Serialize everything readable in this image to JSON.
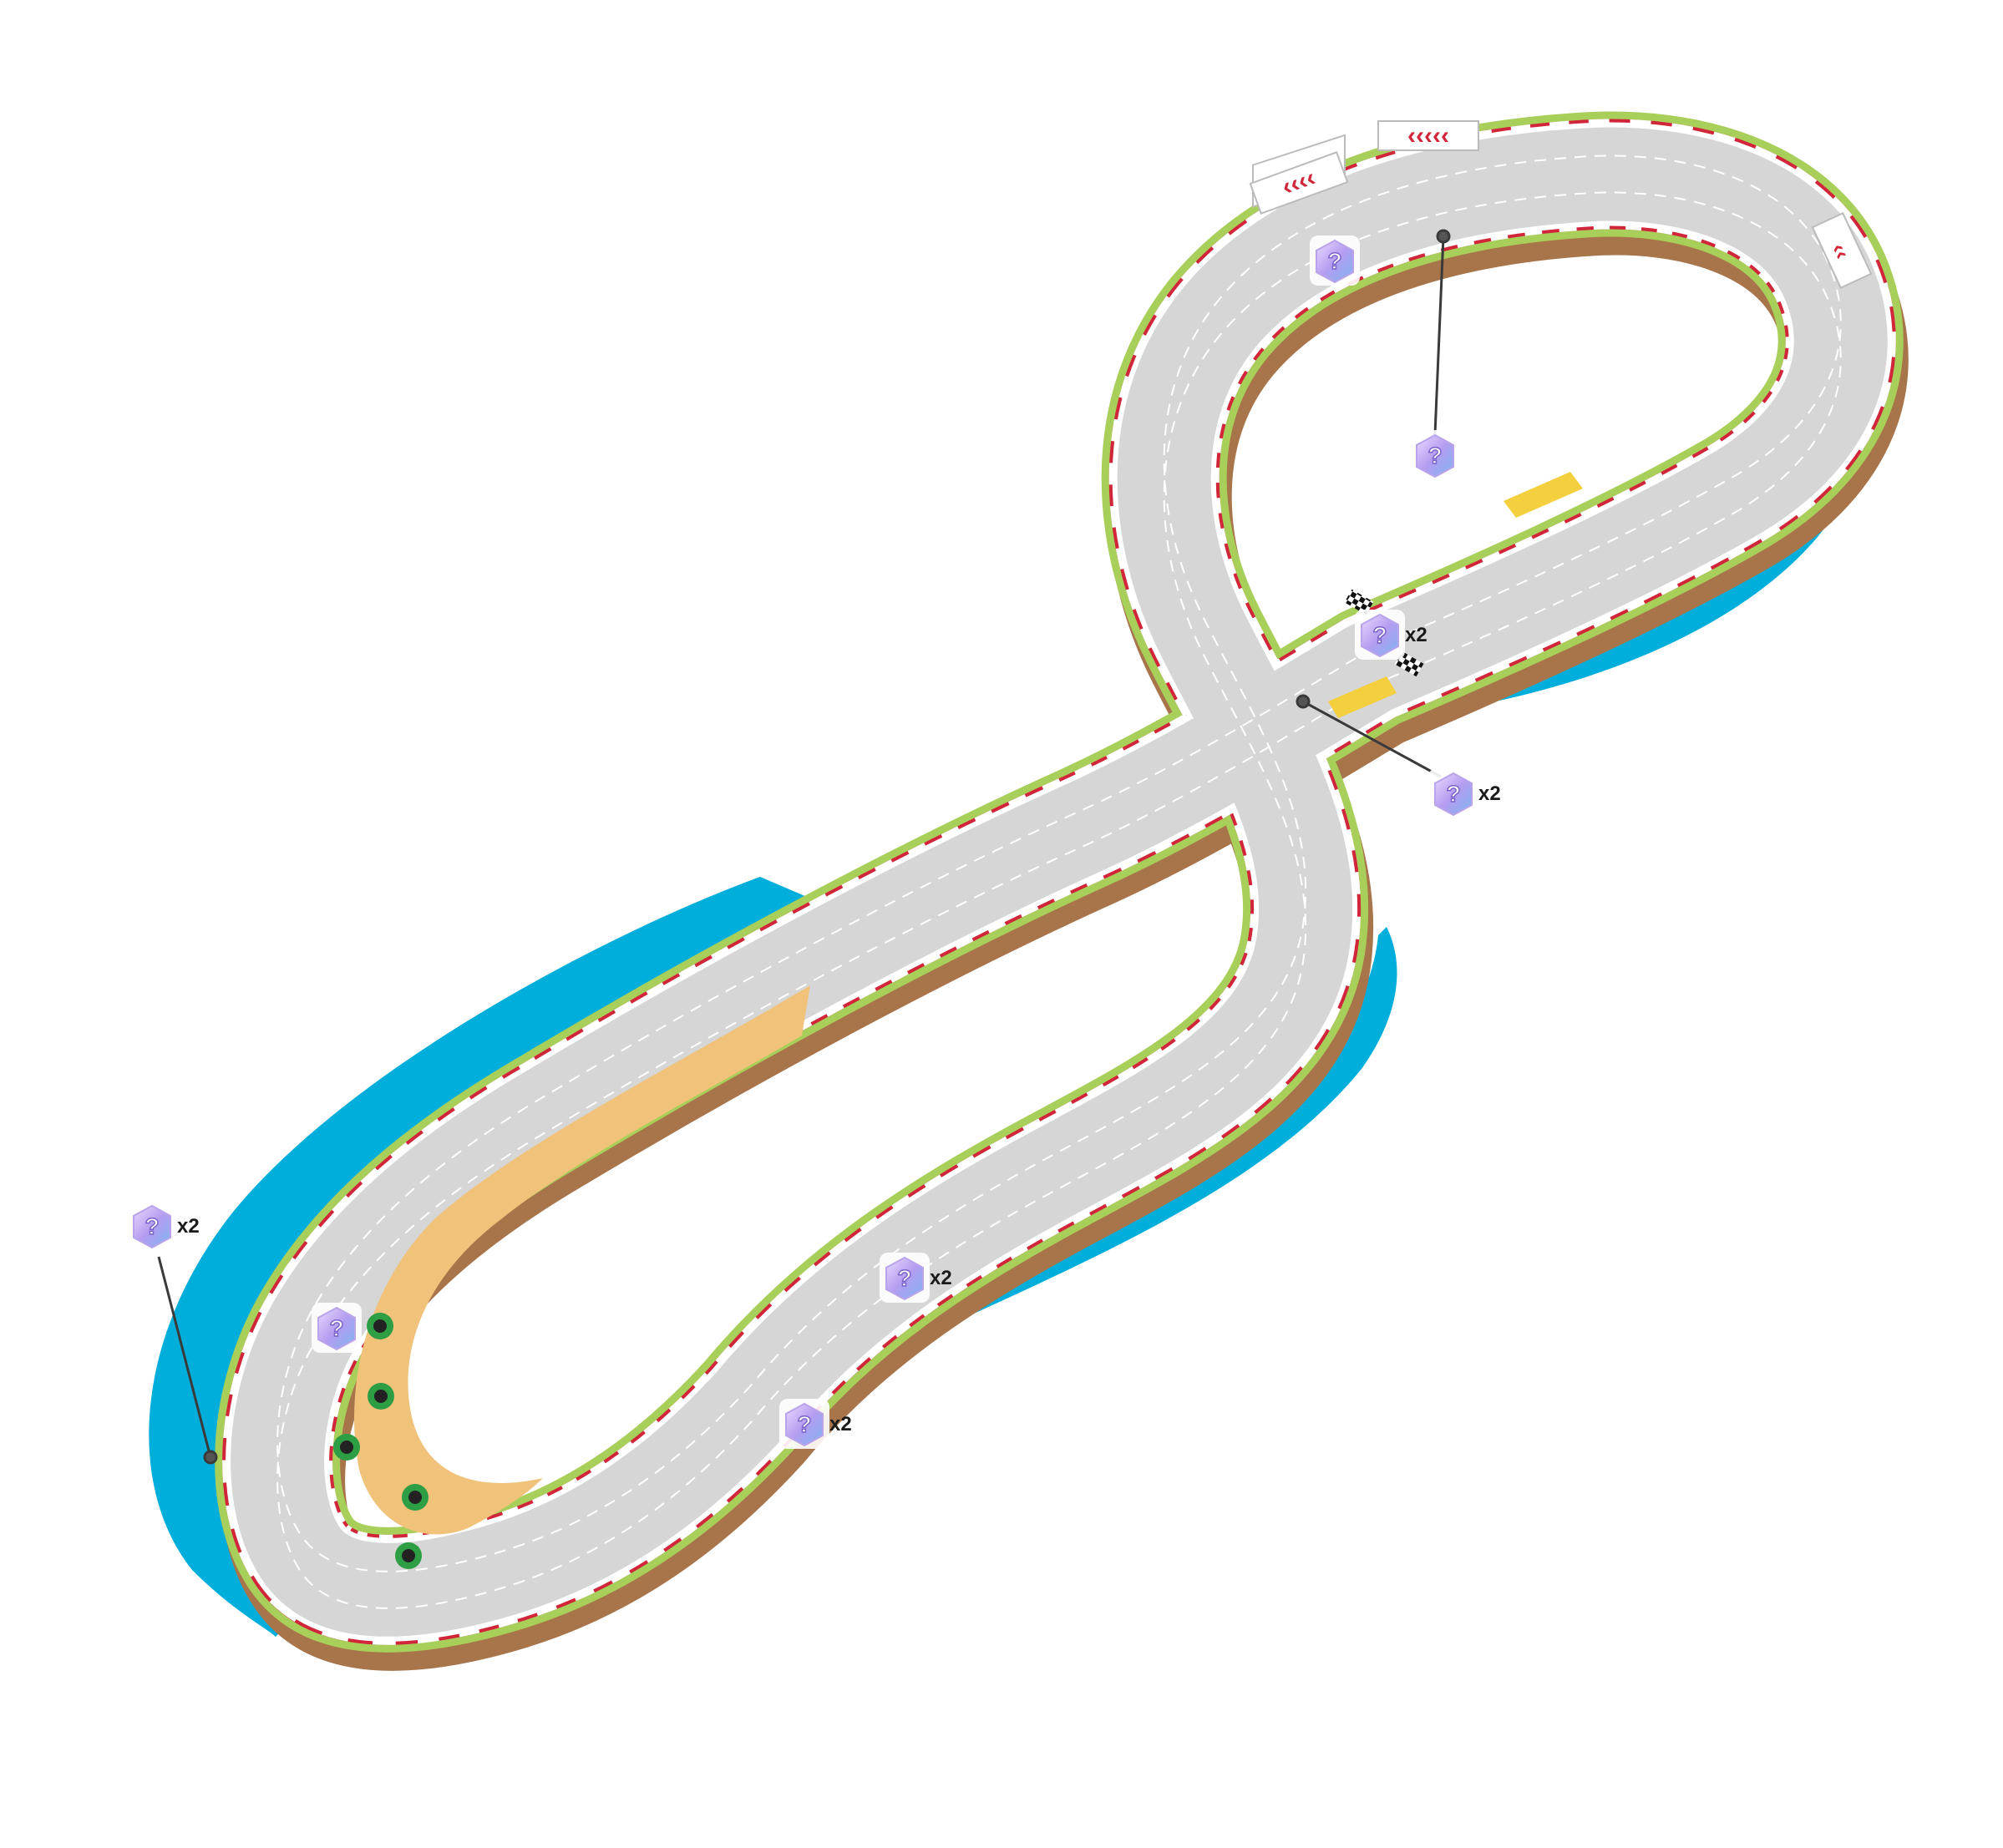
{
  "track": {
    "colors": {
      "water": "#00aedb",
      "road": "#d6d6d6",
      "road_edge": "#ffffff",
      "grass": "#a8cf5a",
      "dirt": "#a8744a",
      "sand": "#f0c27a",
      "kerb_red": "#d1253a",
      "kerb_white": "#ffffff",
      "boost_yellow": "#f4cf3e",
      "tree": "#2e9e45",
      "item_box": "#b9a3ea"
    }
  },
  "item_boxes": [
    {
      "id": "top-hairpin-outer",
      "count_label": ""
    },
    {
      "id": "top-hairpin-inner",
      "count_label": ""
    },
    {
      "id": "start-line",
      "count_label": "x2"
    },
    {
      "id": "main-straight",
      "count_label": "x2"
    },
    {
      "id": "lower-crossing-upper",
      "count_label": "x2"
    },
    {
      "id": "lower-crossing-lower",
      "count_label": "x2"
    },
    {
      "id": "left-hairpin",
      "count_label": ""
    },
    {
      "id": "water-left",
      "count_label": "x2"
    }
  ]
}
